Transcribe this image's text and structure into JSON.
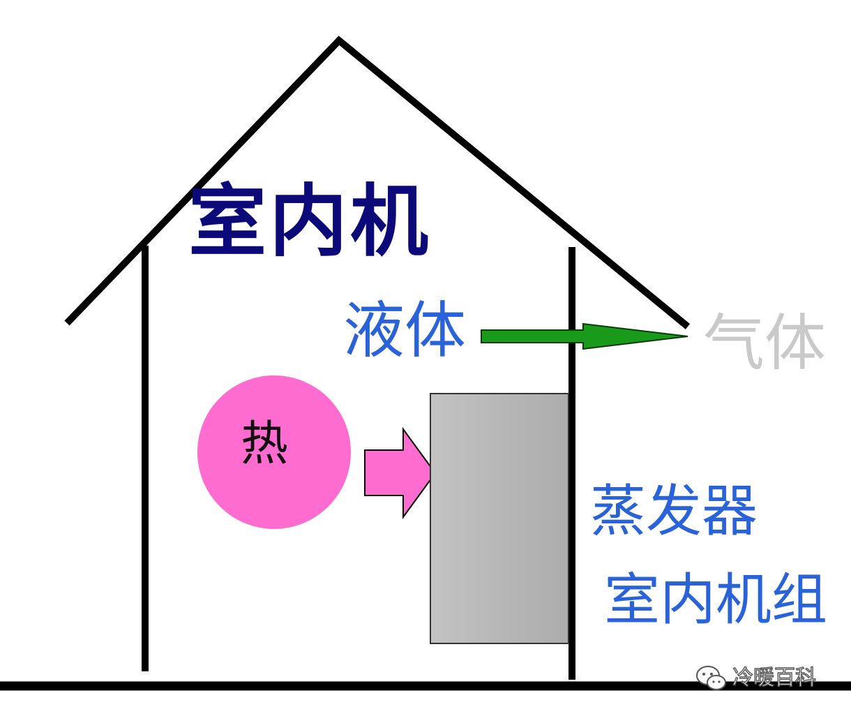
{
  "labels": {
    "indoor_unit": "室内机",
    "liquid": "液体",
    "gas": "气体",
    "heat": "热",
    "evaporator": "蒸发器",
    "indoor_unit_group": "室内机组"
  },
  "watermark": {
    "text": "冷暖百科",
    "icon": "wechat-icon"
  },
  "colors": {
    "title": "#0b0a78",
    "liquid": "#2a62d8",
    "gas": "#c9c9c9",
    "heat_circle": "#ff6cd0",
    "heat_arrow": "#ff6cd0",
    "flow_arrow": "#1a9a1a",
    "evaporator_box": "#b8b8b8",
    "blue_labels": "#2a62d8",
    "lines": "#000000"
  }
}
